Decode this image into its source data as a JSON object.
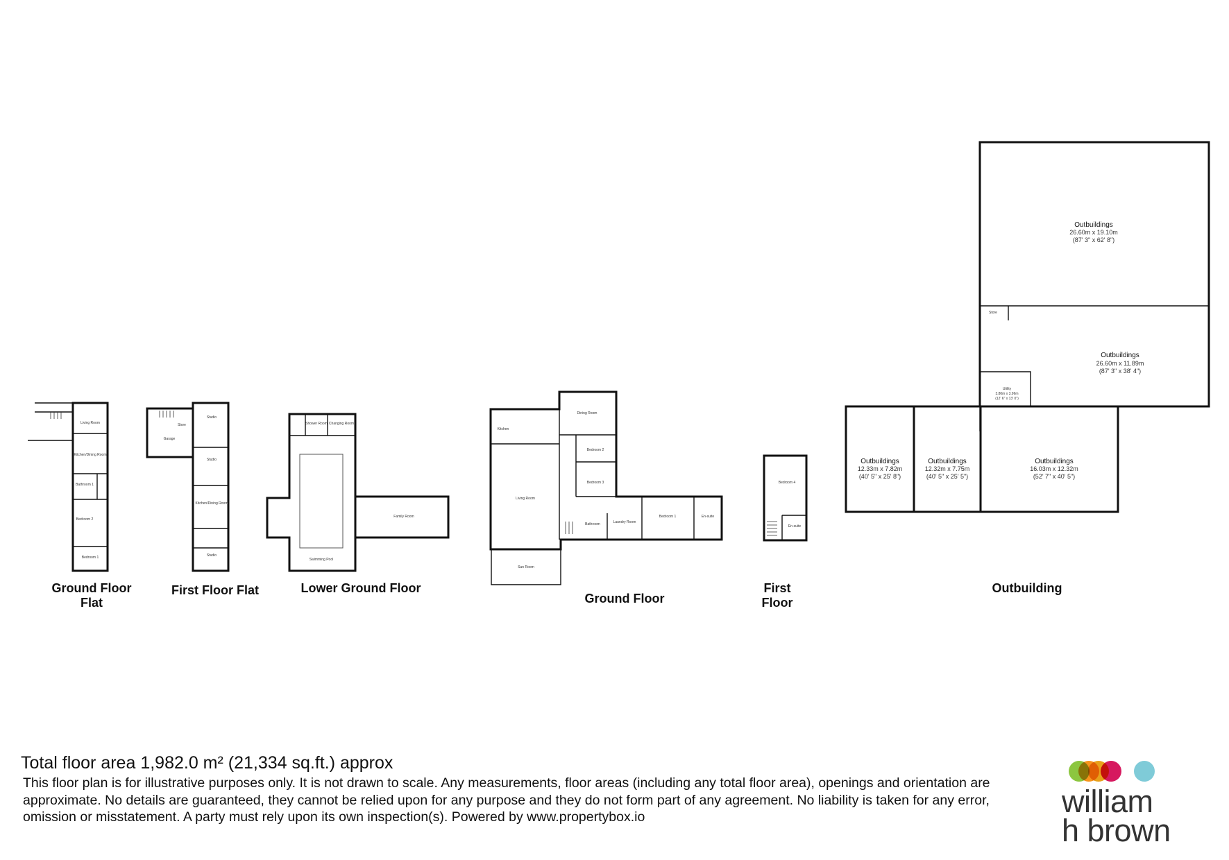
{
  "floors": {
    "ground_floor_flat": {
      "caption_line1": "Ground Floor",
      "caption_line2": "Flat",
      "rooms": [
        "Living Room",
        "Kitchen/Dining Room",
        "Bathroom 1",
        "Bedroom 2",
        "Bedroom 1"
      ]
    },
    "first_floor_flat": {
      "caption": "First Floor Flat",
      "rooms": [
        "Studio",
        "Garage",
        "Store",
        "Studio",
        "Kitchen/Dining Room",
        "Studio"
      ]
    },
    "lower_ground_floor": {
      "caption": "Lower Ground Floor",
      "rooms": [
        "Shower Room",
        "Changing Room",
        "Family Room",
        "Swimming Pool"
      ]
    },
    "ground_floor": {
      "caption": "Ground Floor",
      "rooms": [
        "Kitchen",
        "Dining Room",
        "Bedroom 2",
        "Bedroom 3",
        "Living Room",
        "Bathroom",
        "Laundry Room",
        "Bedroom 1",
        "En-suite",
        "Sun Room"
      ]
    },
    "first_floor": {
      "caption_line1": "First",
      "caption_line2": "Floor",
      "rooms": [
        "Bedroom 4",
        "En-suite"
      ]
    },
    "outbuilding": {
      "caption": "Outbuilding",
      "rooms": [
        {
          "name": "Outbuildings",
          "size": "26.60m x 19.10m",
          "imperial": "(87' 3\" x 62' 8\")"
        },
        {
          "name": "Outbuildings",
          "size": "26.60m x 11.89m",
          "imperial": "(87' 3\" x 38' 4\")"
        },
        {
          "name": "Utility",
          "size": "3.80m x 3.96m",
          "imperial": "(12' 6\" x 13' 0\")"
        },
        {
          "name": "Outbuildings",
          "size": "12.33m x 7.82m",
          "imperial": "(40' 5\" x 25' 8\")"
        },
        {
          "name": "Outbuildings",
          "size": "12.32m x 7.75m",
          "imperial": "(40' 5\" x 25' 5\")"
        },
        {
          "name": "Outbuildings",
          "size": "16.03m x 12.32m",
          "imperial": "(52' 7\" x 40' 5\")"
        }
      ],
      "store_label": "Store"
    }
  },
  "footer": {
    "total_area": "Total floor area 1,982.0 m² (21,334 sq.ft.) approx",
    "disclaimer": "This floor plan is for illustrative purposes only. It is not drawn to scale. Any measurements, floor areas (including any total floor area), openings and orientation are approximate. No details are guaranteed, they cannot be relied upon for any purpose and they do not form part of any agreement. No liability is taken for any error, omission or misstatement. A party must rely upon its own inspection(s). Powered by www.propertybox.io"
  },
  "logo": {
    "line1": "william",
    "line2": "h brown",
    "colors": [
      "#8cc63f",
      "#f7941d",
      "#e8a11b",
      "#d6195f",
      "#7fcbd8"
    ]
  }
}
